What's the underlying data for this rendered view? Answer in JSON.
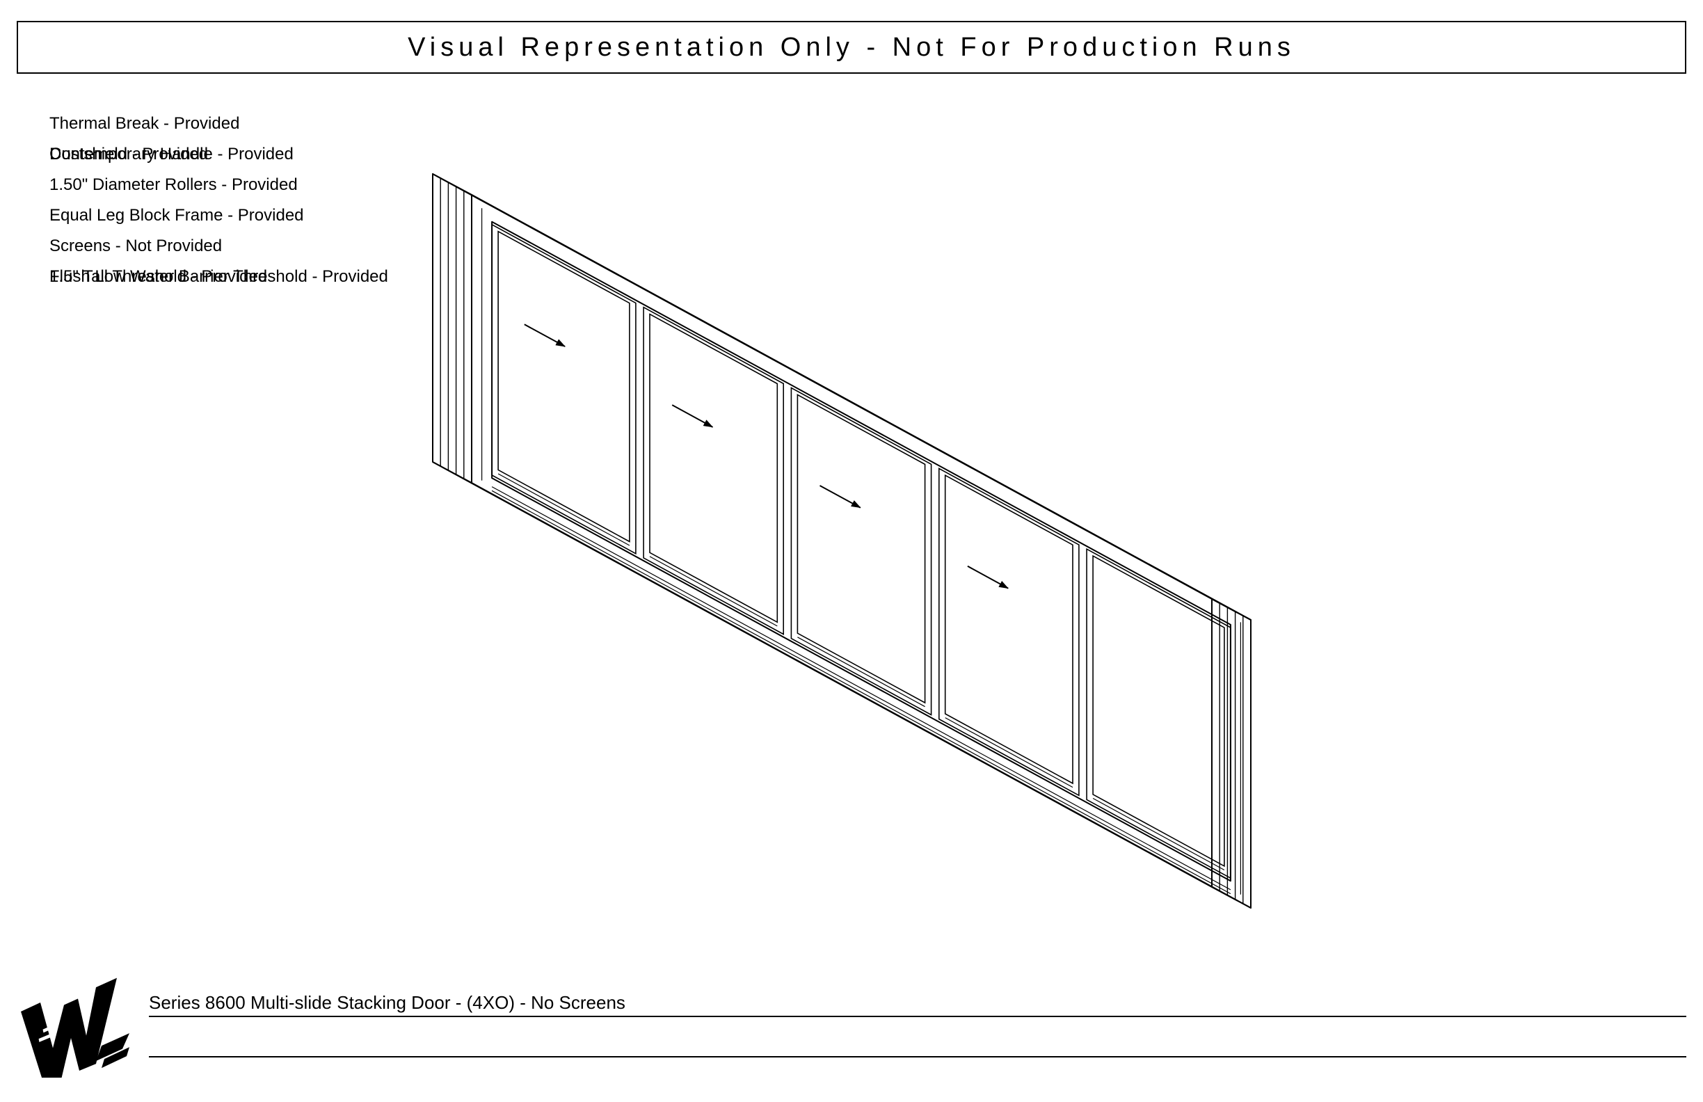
{
  "header": {
    "title": "Visual Representation Only - Not For Production Runs"
  },
  "notes": [
    "Thermal Break - Provided",
    "Dustshield - Provided",
    "Contemporary Handle - Provided",
    "1.50\" Diameter Rollers - Provided",
    "Equal Leg Block Frame - Provided",
    "Screens - Not Provided",
    "1.5\" Tall Threshold - Provided",
    "Flush Low Water Barrier Threshold - Provided"
  ],
  "footer": {
    "caption": "Series 8600 Multi-slide Stacking Door - (4XO) - No Screens"
  },
  "diagram": {
    "panel_count": 5,
    "arrow_panels": [
      1,
      2,
      3,
      4
    ]
  }
}
